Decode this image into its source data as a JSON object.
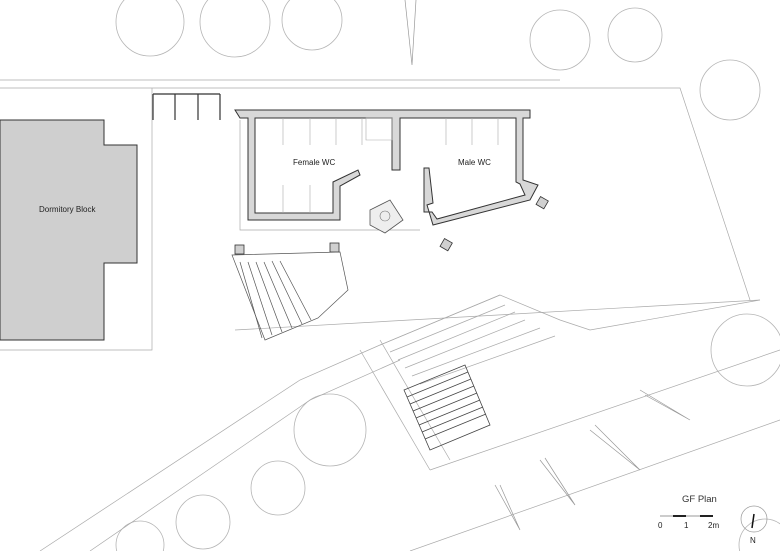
{
  "drawing": {
    "title": "GF Plan",
    "labels": {
      "dormitory": "Dormitory Block",
      "female_wc": "Female WC",
      "male_wc": "Male WC"
    },
    "scale_bar": {
      "ticks": [
        "0",
        "1",
        "2m"
      ]
    },
    "north_arrow": "N"
  },
  "colors": {
    "line": "#999999",
    "wall": "#333333",
    "wall_fill": "#d8d8d8",
    "dormitory_fill": "#cfcfcf"
  }
}
